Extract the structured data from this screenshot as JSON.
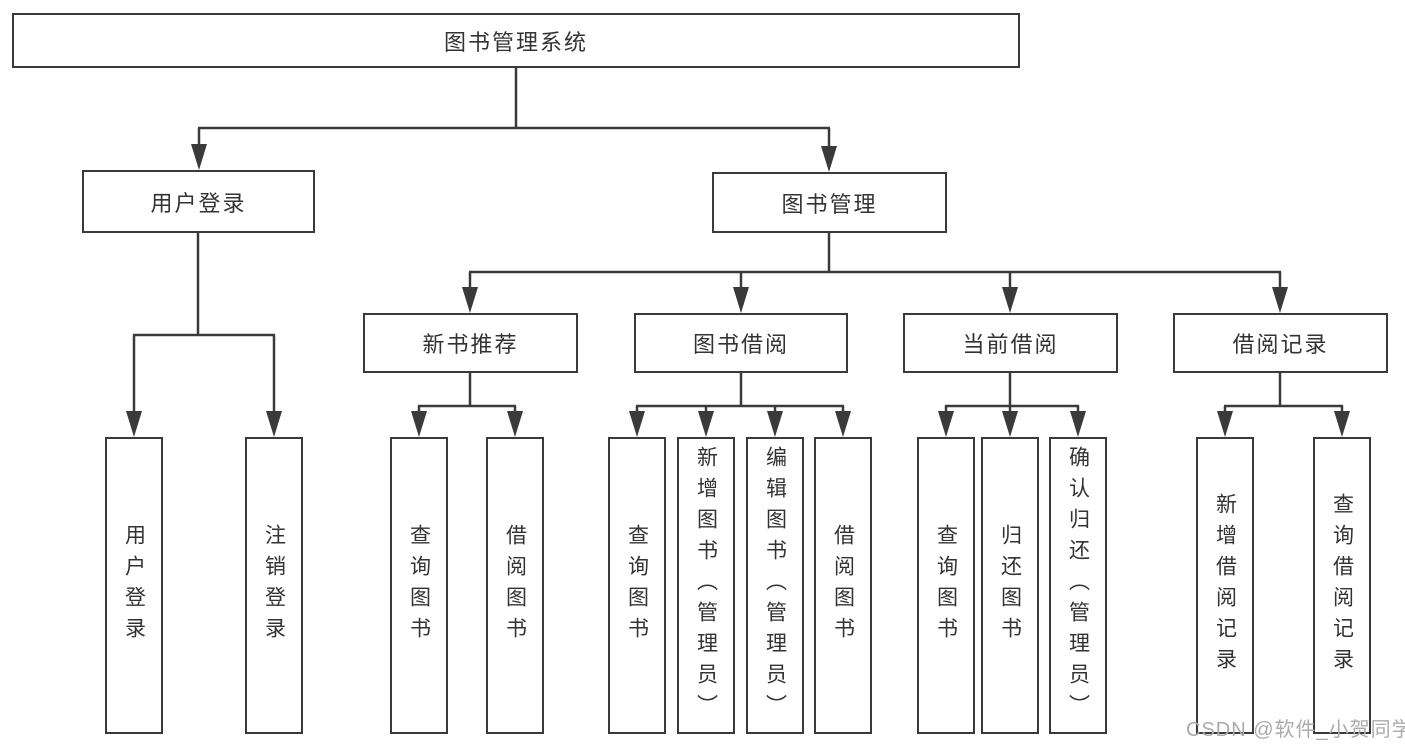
{
  "tree": {
    "root": {
      "label": "图书管理系统"
    },
    "branches": [
      {
        "label": "用户登录",
        "children": [
          "用户登录",
          "注销登录"
        ]
      },
      {
        "label": "图书管理",
        "groups": [
          {
            "label": "新书推荐",
            "children": [
              "查询图书",
              "借阅图书"
            ]
          },
          {
            "label": "图书借阅",
            "children": [
              "查询图书",
              "新增图书（管理员）",
              "编辑图书（管理员）",
              "借阅图书"
            ]
          },
          {
            "label": "当前借阅",
            "children": [
              "查询图书",
              "归还图书",
              "确认归还（管理员）"
            ]
          },
          {
            "label": "借阅记录",
            "children": [
              "新增借阅记录",
              "查询借阅记录"
            ]
          }
        ]
      }
    ]
  },
  "watermark": "CSDN @软件_小贺同学",
  "colors": {
    "line": "#3a3a3a",
    "text": "#333333",
    "watermark": "#ababab",
    "background": "#ffffff"
  }
}
